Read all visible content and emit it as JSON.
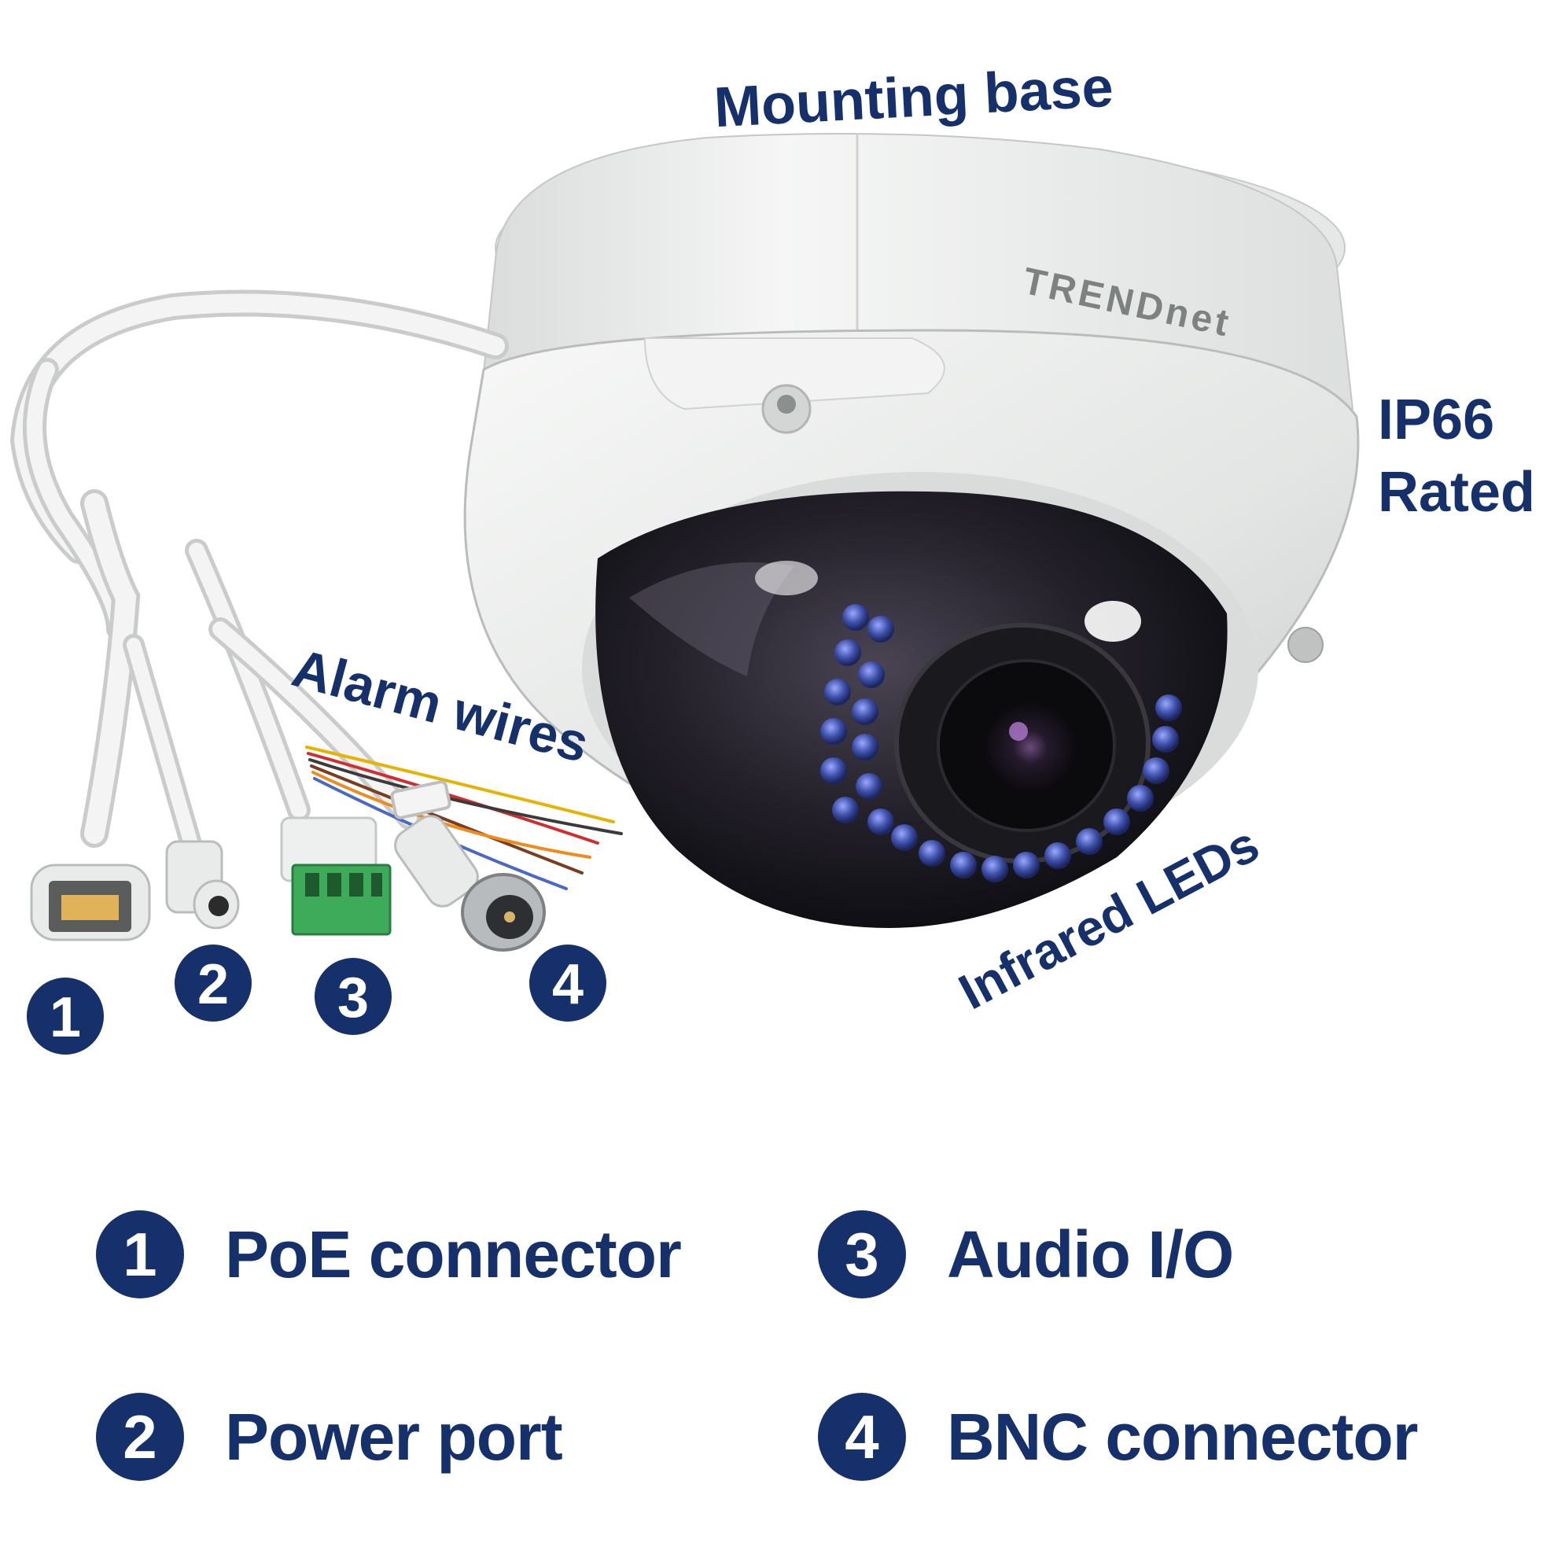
{
  "callouts": {
    "mounting_base": "Mounting base",
    "ip66_line1": "IP66",
    "ip66_line2": "Rated",
    "alarm_wires": "Alarm wires",
    "infrared_leds": "Infrared LEDs"
  },
  "brand": "TRENDnet",
  "badges": [
    "1",
    "2",
    "3",
    "4"
  ],
  "legend": [
    {
      "number": "1",
      "label": "PoE connector"
    },
    {
      "number": "2",
      "label": "Power port"
    },
    {
      "number": "3",
      "label": "Audio I/O"
    },
    {
      "number": "4",
      "label": "BNC connector"
    }
  ],
  "colors": {
    "label_navy": "#15306b",
    "housing_white": "#eceeed",
    "terminal_green": "#3dab5a",
    "ir_led_blue": "#3d4fa8"
  }
}
